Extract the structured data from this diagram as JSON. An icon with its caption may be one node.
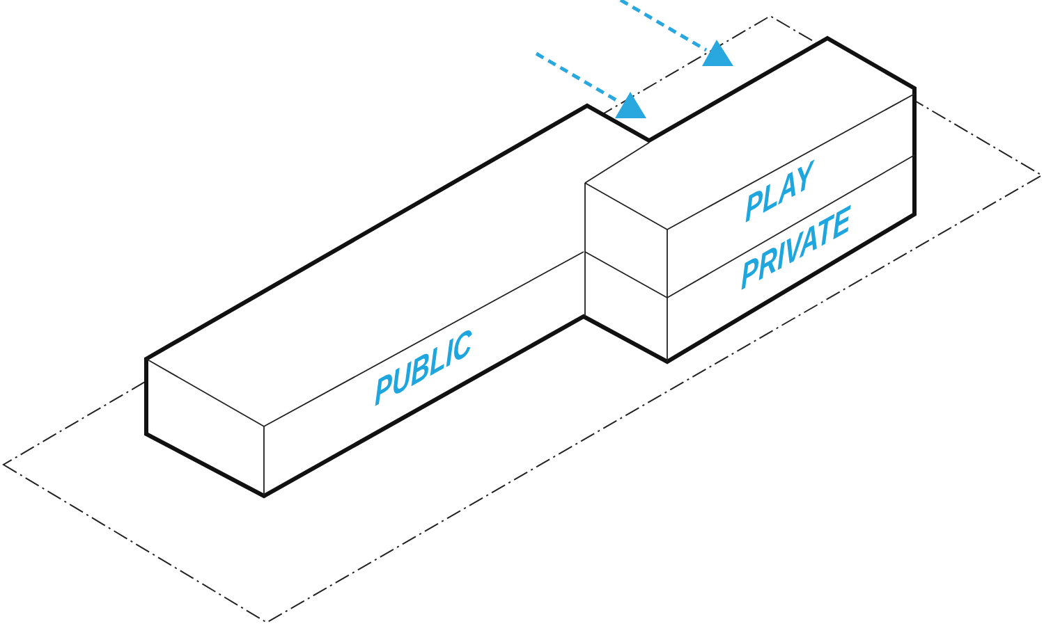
{
  "diagram": {
    "labels": [
      "PLAY",
      "PRIVATE",
      "PUBLIC"
    ]
  }
}
